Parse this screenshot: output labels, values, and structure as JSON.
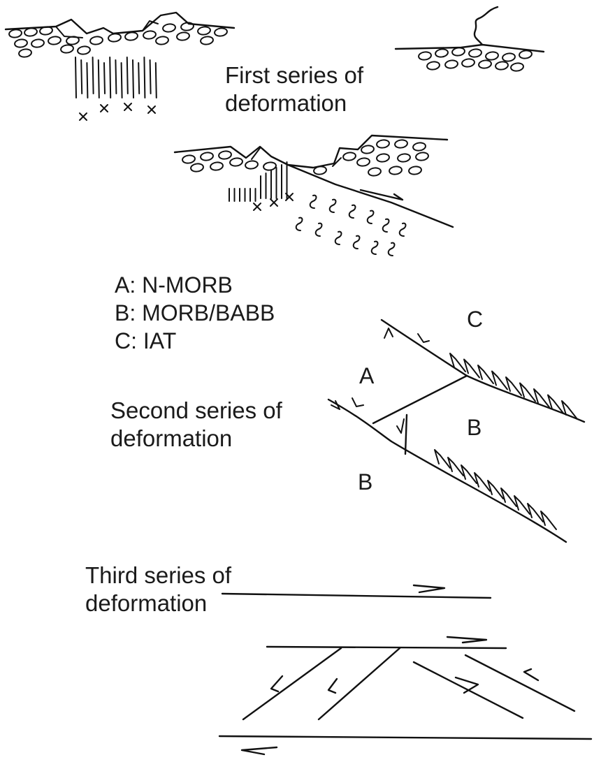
{
  "captions": {
    "first": [
      "First series of",
      "deformation"
    ],
    "second": [
      "Second series of",
      "deformation"
    ],
    "third": [
      "Third series of",
      "deformation"
    ]
  },
  "legend": [
    "A: N-MORB",
    "B: MORB/BABB",
    "C: IAT"
  ],
  "unit_labels": {
    "c_top": "C",
    "a_left": "A",
    "b_mid": "B",
    "b_low": "B"
  }
}
